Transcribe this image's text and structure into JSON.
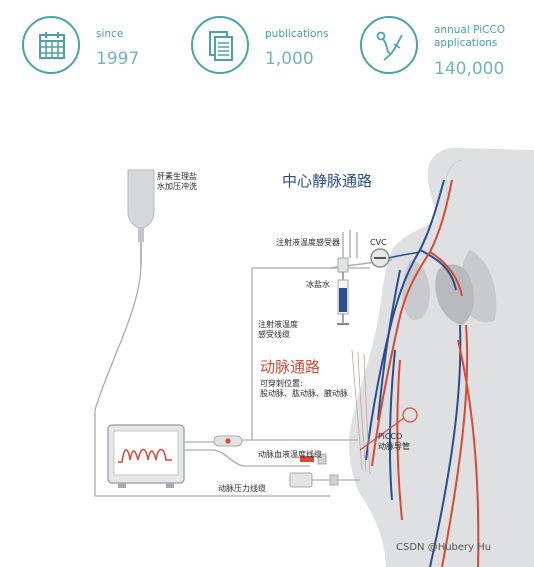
{
  "stats": [
    {
      "icon": "calendar-icon",
      "label": "since",
      "value": "1997"
    },
    {
      "icon": "documents-icon",
      "label": "publications",
      "value": "1,000"
    },
    {
      "icon": "catheter-icon",
      "label": "annual PiCCO applications",
      "value": "140,000"
    }
  ],
  "diagram": {
    "saline_bag": "肝素生理盐\n水加压冲洗",
    "cvc_route": "中心静脉通路",
    "temp_sensor": "注射液温度感受器",
    "cvc": "CVC",
    "ice_saline": "冰盐水",
    "temp_cable": "注射液温度\n感受线缆",
    "arterial_route": "动脉通路",
    "puncture_sites": "可穿刺位置:\n股动脉、肱动脉、腋动脉",
    "picco_catheter": "PiCCO\n动脉导管",
    "blood_temp_cable": "动脉血液温度线缆",
    "pressure_cable": "动脉压力线缆",
    "watermark": "CSDN @Hubery Hu"
  },
  "colors": {
    "teal": "#4aa3a7",
    "artery": "#d94a34",
    "vein": "#2a4f8f",
    "body": "#dfe0e2"
  }
}
